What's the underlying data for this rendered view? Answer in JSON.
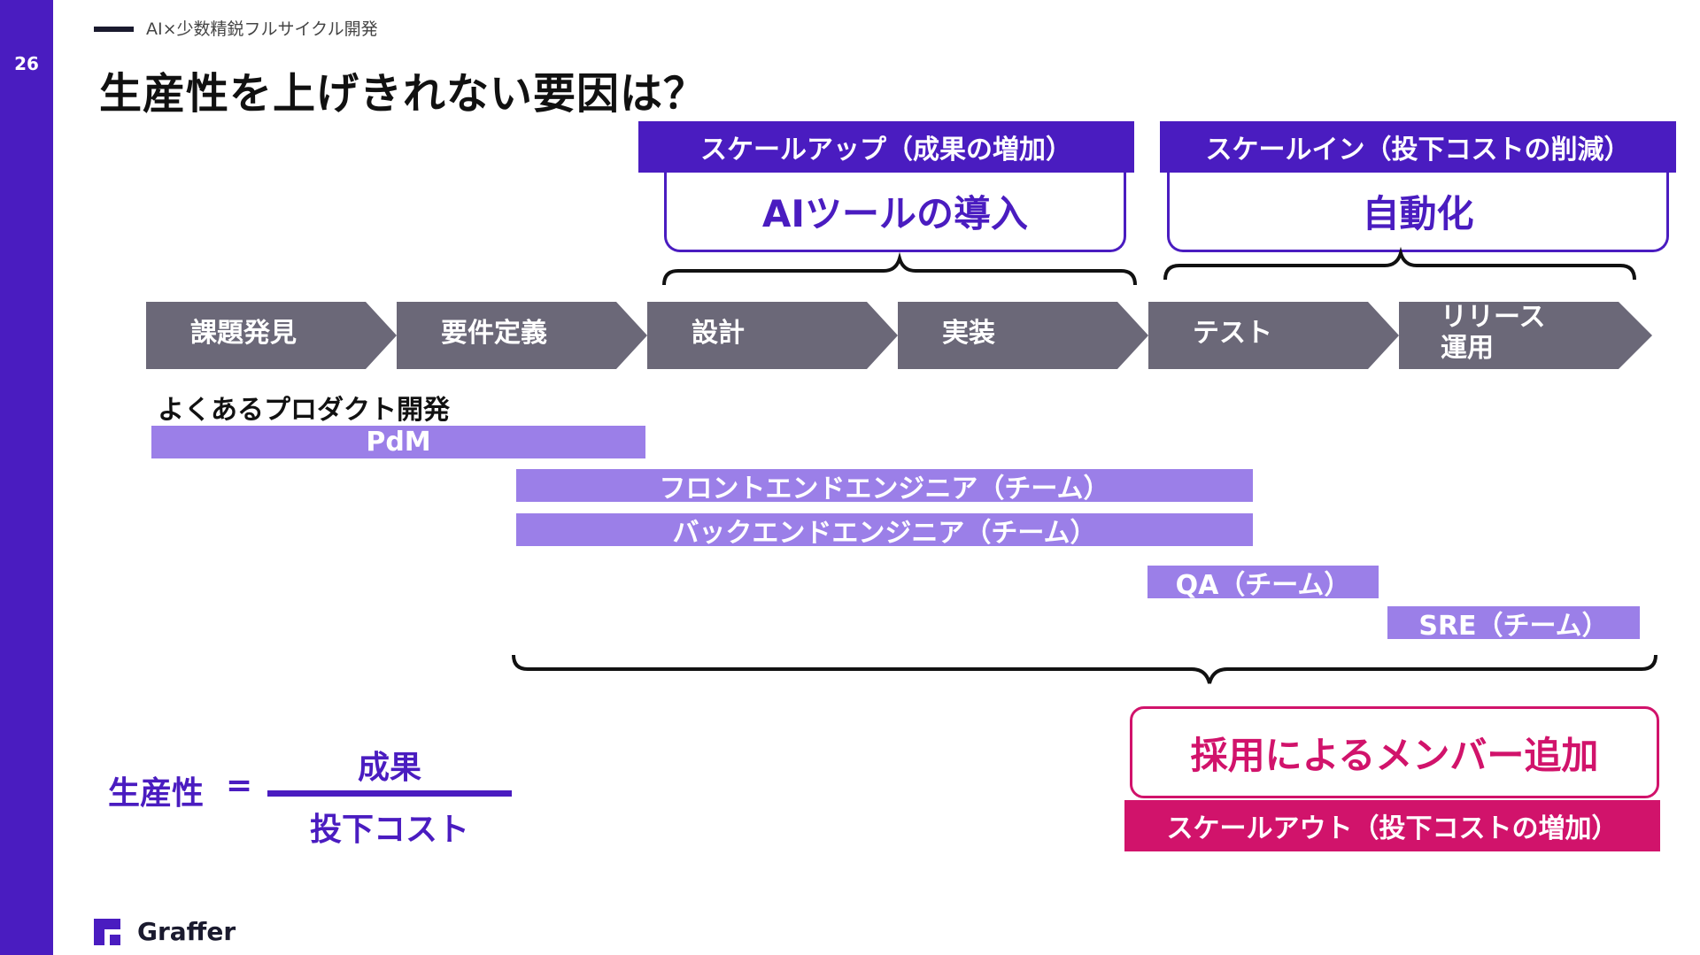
{
  "page": {
    "number": "26",
    "kicker": "AI×少数精鋭フルサイクル開発",
    "title": "生産性を上げきれない要因は？"
  },
  "scale_up": {
    "header": "スケールアップ（成果の増加）",
    "box": "AIツールの導入"
  },
  "scale_in": {
    "header": "スケールイン（投下コストの削減）",
    "box": "自動化"
  },
  "process_steps": [
    "課題発見",
    "要件定義",
    "設計",
    "実装",
    "テスト",
    "リリース\n運用"
  ],
  "typical_dev_label": "よくあるプロダクト開発",
  "roles": [
    "PdM",
    "フロントエンドエンジニア（チーム）",
    "バックエンドエンジニア（チーム）",
    "QA（チーム）",
    "SRE（チーム）"
  ],
  "scale_out": {
    "box": "採用によるメンバー追加",
    "bar": "スケールアウト（投下コストの増加）"
  },
  "formula": {
    "lhs": "生産性",
    "eq": "=",
    "numerator": "成果",
    "denominator": "投下コスト"
  },
  "brand": {
    "name": "Graffer"
  },
  "colors": {
    "primary": "#4a1cc0",
    "step_gray": "#6b6878",
    "role_purple": "#9b7fe8",
    "magenta": "#d1136b"
  }
}
